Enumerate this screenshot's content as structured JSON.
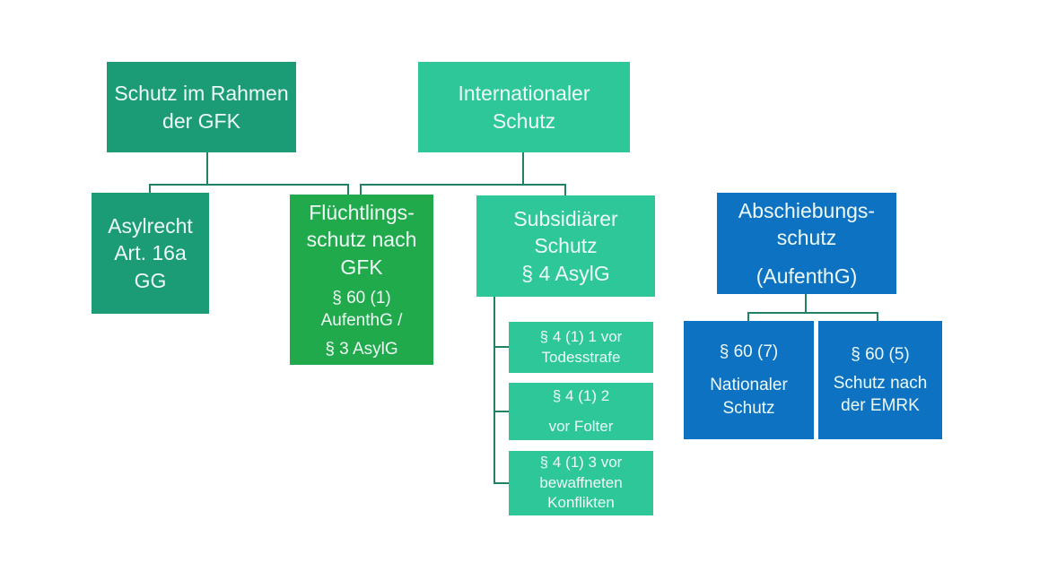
{
  "colors": {
    "sea_green": "#1b9c77",
    "emerald": "#2dc79a",
    "kelly_green": "#20aa4c",
    "blue": "#0d72c1",
    "connector": "#1f8166",
    "text": "#eefaf6",
    "background": "#ffffff"
  },
  "nodes": {
    "schutz_gfk": {
      "lines": [
        "Schutz im Rahmen",
        "der GFK"
      ]
    },
    "internationaler_schutz": {
      "lines": [
        "Internationaler",
        "Schutz"
      ]
    },
    "asylrecht": {
      "lines": [
        "Asylrecht",
        "Art. 16a",
        "GG"
      ]
    },
    "fluechtlingsschutz": {
      "title_lines": [
        "Flüchtlings-",
        "schutz nach",
        "GFK"
      ],
      "law_lines": [
        "§ 60 (1)",
        "AufenthG /"
      ],
      "law_line_2": "§ 3 AsylG"
    },
    "subsidiaerer_schutz": {
      "lines": [
        "Subsidiärer",
        "Schutz",
        "§ 4 AsylG"
      ]
    },
    "abschiebungsschutz": {
      "title_lines": [
        "Abschiebungs-",
        "schutz"
      ],
      "law_line": "(AufenthG)"
    },
    "todesstrafe": {
      "lines": [
        "§ 4 (1) 1 vor",
        "Todesstrafe"
      ]
    },
    "folter": {
      "lines": [
        "§ 4 (1) 2",
        "vor Folter"
      ]
    },
    "konflikte": {
      "lines": [
        "§ 4 (1) 3 vor",
        "bewaffneten",
        "Konflikten"
      ]
    },
    "nationaler_schutz": {
      "para": "§ 60 (7)",
      "lines": [
        "Nationaler",
        "Schutz"
      ]
    },
    "emrk": {
      "para": "§ 60 (5)",
      "lines": [
        "Schutz nach",
        "der EMRK"
      ]
    }
  }
}
